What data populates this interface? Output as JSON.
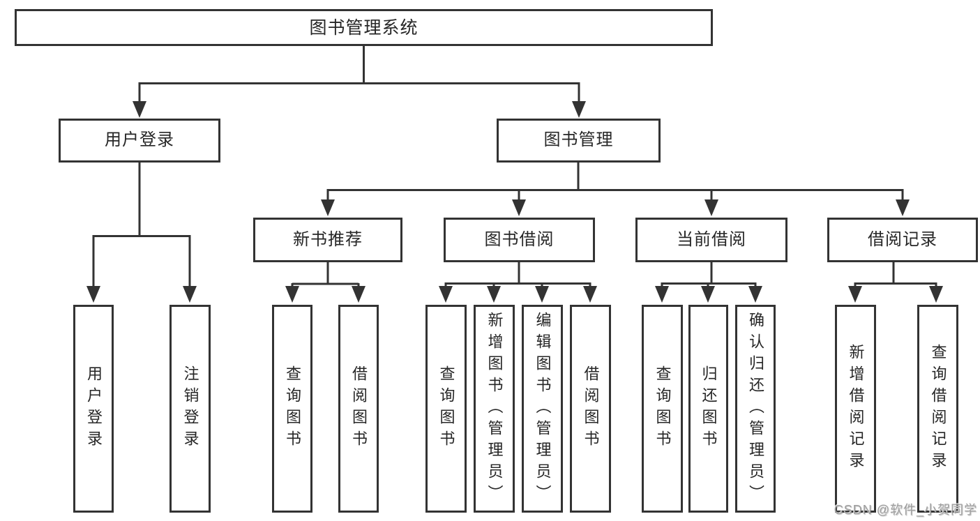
{
  "diagram": {
    "root": {
      "label": "图书管理系统",
      "children": [
        {
          "label": "用户登录",
          "children": [
            {
              "label": "用户登录"
            },
            {
              "label": "注销登录"
            }
          ]
        },
        {
          "label": "图书管理",
          "children": [
            {
              "label": "新书推荐",
              "children": [
                {
                  "label": "查询图书"
                },
                {
                  "label": "借阅图书"
                }
              ]
            },
            {
              "label": "图书借阅",
              "children": [
                {
                  "label": "查询图书"
                },
                {
                  "label": "新增图书（管理员）"
                },
                {
                  "label": "编辑图书（管理员）"
                },
                {
                  "label": "借阅图书"
                }
              ]
            },
            {
              "label": "当前借阅",
              "children": [
                {
                  "label": "查询图书"
                },
                {
                  "label": "归还图书"
                },
                {
                  "label": "确认归还（管理员）"
                }
              ]
            },
            {
              "label": "借阅记录",
              "children": [
                {
                  "label": "新增借阅记录"
                },
                {
                  "label": "查询借阅记录"
                }
              ]
            }
          ]
        }
      ]
    }
  },
  "watermark": {
    "text": "CSDN @软件_小贺同学"
  },
  "colors": {
    "line": "#333333",
    "text": "#262626",
    "watermark": "#9e9e9e",
    "background": "#ffffff"
  }
}
